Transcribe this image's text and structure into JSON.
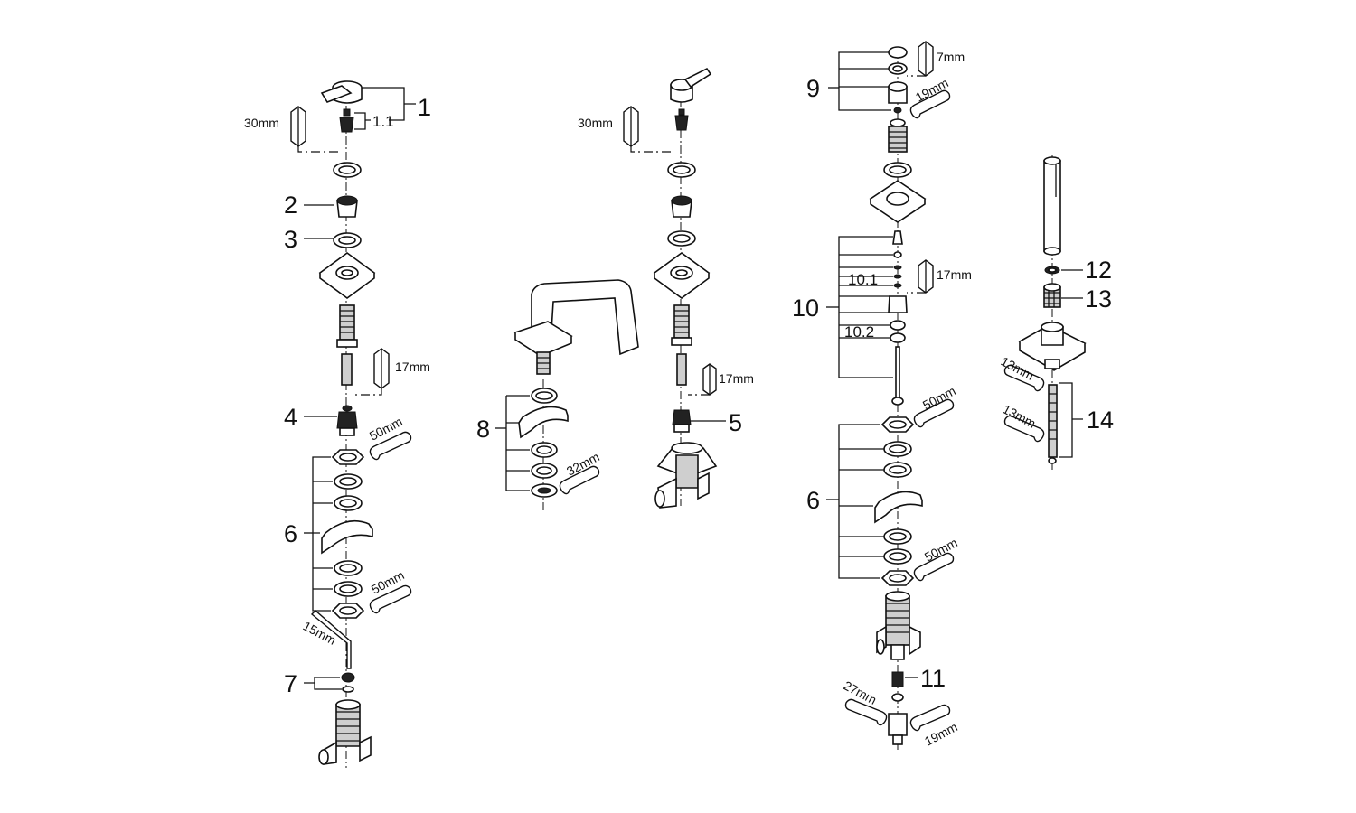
{
  "diagram": {
    "part_numbers": [
      "1",
      "1.1",
      "2",
      "3",
      "4",
      "5",
      "6",
      "6",
      "7",
      "8",
      "9",
      "10",
      "10.1",
      "10.2",
      "11",
      "12",
      "13",
      "14"
    ],
    "tool_sizes": [
      "30mm",
      "30mm",
      "17mm",
      "17mm",
      "17mm",
      "7mm",
      "19mm",
      "19mm",
      "50mm",
      "50mm",
      "50mm",
      "50mm",
      "32mm",
      "15mm",
      "27mm",
      "13mm",
      "13mm"
    ]
  }
}
